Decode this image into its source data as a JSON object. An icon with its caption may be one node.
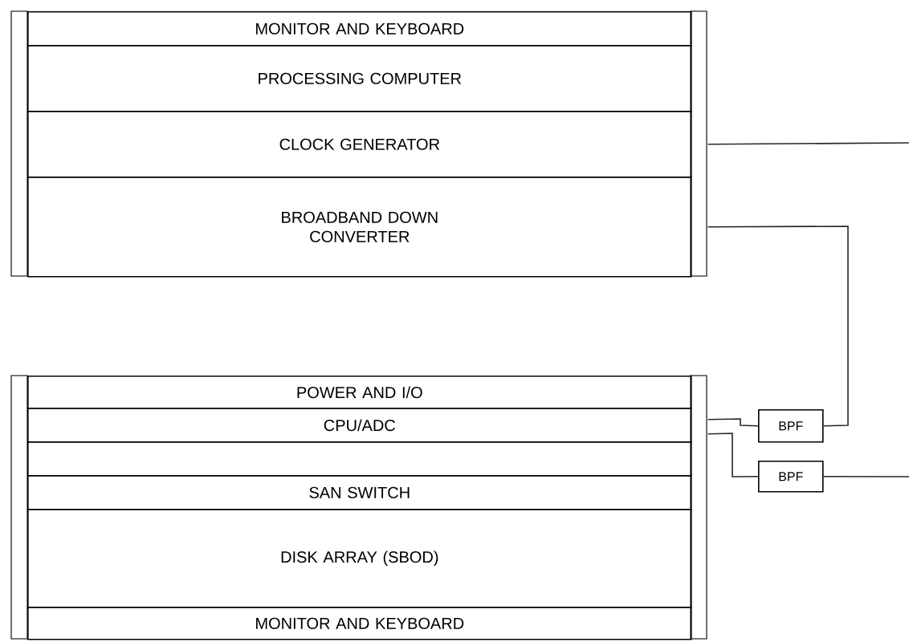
{
  "diagram": {
    "nodes": [
      {
        "text": [
          "MONITOR AND KEYBOARD"
        ]
      },
      {
        "text": [
          "PROCESSING COMPUTER"
        ]
      },
      {
        "text": [
          "CLOCK GENERATOR"
        ]
      },
      {
        "text": [
          "BROADBAND DOWN CONVERTER"
        ]
      },
      {
        "text": [
          "POWER AND I/O"
        ]
      },
      {
        "text": [
          "CPU/ADC"
        ]
      },
      {
        "text": [],
        "shape": "box"
      },
      {
        "text": [
          "SAN SWITCH"
        ]
      },
      {
        "text": [
          "DISK ARRAY (SBOD)"
        ]
      },
      {
        "text": [
          "MONITOR AND KEYBOARD"
        ]
      },
      {
        "text": [
          "BPF"
        ]
      },
      {
        "text": [
          "BPF"
        ]
      }
    ],
    "edges": [
      {
        "from": 2,
        "to": null,
        "arrow": "none"
      },
      {
        "from": 3,
        "to": 10,
        "arrow": "none"
      },
      {
        "from": 5,
        "to": 10,
        "arrow": "none"
      },
      {
        "from": 5,
        "to": 11,
        "arrow": "none"
      },
      {
        "from": 11,
        "to": null,
        "arrow": "none"
      }
    ]
  }
}
